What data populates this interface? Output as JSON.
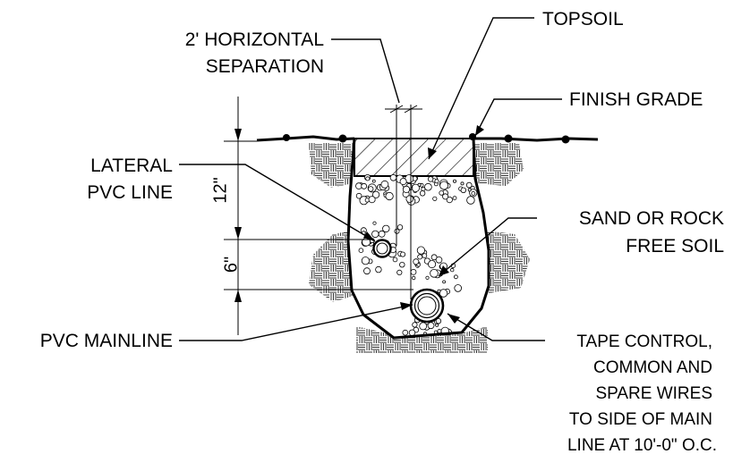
{
  "labels": {
    "topsoil": "TOPSOIL",
    "horizontal_separation_1": "2' HORIZONTAL",
    "horizontal_separation_2": "SEPARATION",
    "finish_grade": "FINISH GRADE",
    "lateral_1": "LATERAL",
    "lateral_2": "PVC LINE",
    "sand_1": "SAND OR ROCK",
    "sand_2": "FREE SOIL",
    "mainline": "PVC MAINLINE",
    "tape_1": "TAPE CONTROL,",
    "tape_2": "COMMON AND",
    "tape_3": "SPARE WIRES",
    "tape_4": "TO SIDE OF MAIN",
    "tape_5": "LINE AT 10'-0\" O.C."
  },
  "dimensions": {
    "upper": "12\"",
    "lower": "6\""
  }
}
